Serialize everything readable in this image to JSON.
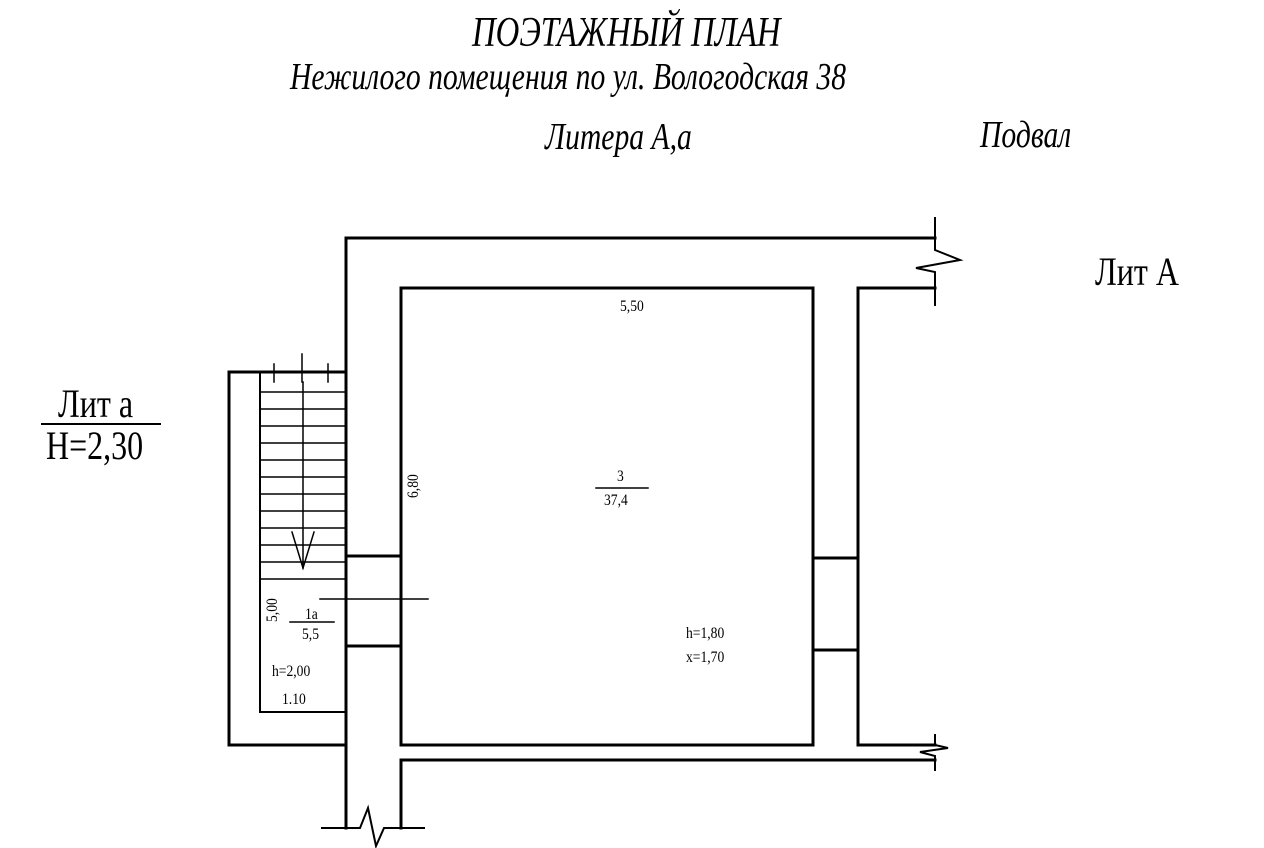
{
  "header": {
    "title": "ПОЭТАЖНЫЙ ПЛАН",
    "subtitle": "Нежилого помещения по ул. Вологодская 38",
    "litera": "Литера  А,а",
    "floor": "Подвал"
  },
  "labels": {
    "lit_A": "Лит А",
    "lit_a": "Лит а",
    "height_lit_a": "Н=2,30"
  },
  "main_room": {
    "number": "3",
    "area": "37,4",
    "width": "5,50",
    "length": "6,80",
    "height": "h=1,80",
    "x": "x=1,70"
  },
  "stair_room": {
    "number": "1а",
    "area": "5,5",
    "length": "5,00",
    "height": "h=2,00",
    "width": "1.10"
  }
}
